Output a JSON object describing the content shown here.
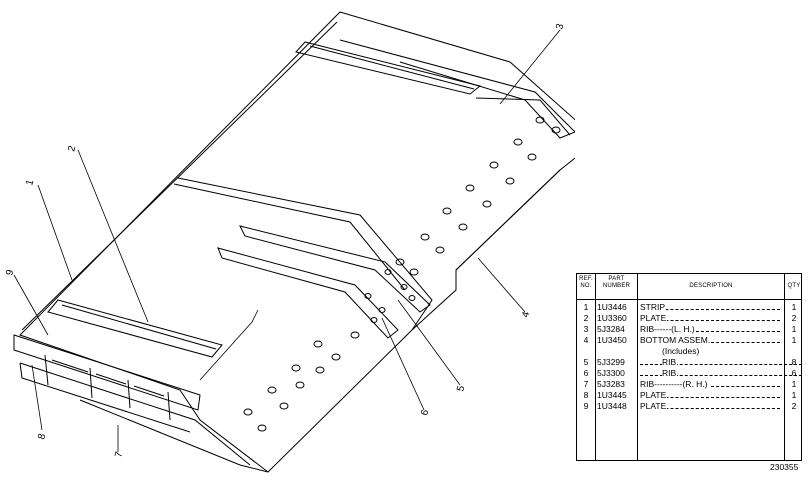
{
  "callouts": [
    "1",
    "2",
    "3",
    "4",
    "5",
    "6",
    "7",
    "8",
    "9"
  ],
  "table": {
    "headers": {
      "ref": "REF. NO.",
      "part": "PART NUMBER",
      "desc": "DESCRIPTION",
      "qty": "QTY"
    },
    "rows": [
      {
        "ref": "1",
        "part": "1U3446",
        "desc": "STRIP",
        "qty": "1",
        "dots": true
      },
      {
        "ref": "2",
        "part": "1U3360",
        "desc": "PLATE",
        "qty": "2",
        "dots": true
      },
      {
        "ref": "3",
        "part": "5J3284",
        "desc": "RIB------(L. H.)",
        "qty": "1",
        "dots": true
      },
      {
        "ref": "4",
        "part": "1U3450",
        "desc": "BOTTOM ASSEM.",
        "qty": "1",
        "dots": true
      },
      {
        "ref": "",
        "part": "",
        "desc": "(Includes)",
        "qty": "",
        "dots": false,
        "indent": true
      },
      {
        "ref": "5",
        "part": "5J3299",
        "desc": "RIB",
        "qty": "8",
        "dots": true,
        "indent": true
      },
      {
        "ref": "6",
        "part": "5J3300",
        "desc": "RIB",
        "qty": "6",
        "dots": true,
        "indent": true
      },
      {
        "ref": "7",
        "part": "5J3283",
        "desc": "RIB----------(R. H.)",
        "qty": "1",
        "dots": true
      },
      {
        "ref": "8",
        "part": "1U3445",
        "desc": "PLATE",
        "qty": "1",
        "dots": true
      },
      {
        "ref": "9",
        "part": "1U3448",
        "desc": "PLATE",
        "qty": "2",
        "dots": true
      }
    ]
  },
  "catalog_number": "230355"
}
